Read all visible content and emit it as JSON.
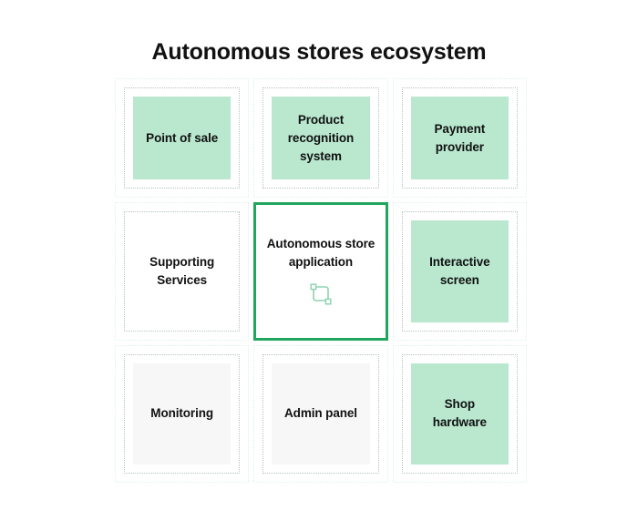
{
  "page": {
    "title": "Autonomous stores ecosystem",
    "background_color": "#ffffff"
  },
  "colors": {
    "accent_green": "#20a55d",
    "fill_green": "#b9e8cf",
    "fill_gray": "#f7f7f7",
    "fill_white": "#ffffff",
    "outer_border": "#dff1e8",
    "inner_border": "#b5c3c0",
    "text": "#111111"
  },
  "grid": {
    "rows": 3,
    "columns": 3,
    "cells": [
      {
        "id": "point-of-sale",
        "label": "Point of sale",
        "fill": "green",
        "highlighted": false,
        "icon": null
      },
      {
        "id": "product-recognition-system",
        "label": "Product\nrecognition\nsystem",
        "fill": "green",
        "highlighted": false,
        "icon": null
      },
      {
        "id": "payment-provider",
        "label": "Payment\nprovider",
        "fill": "green",
        "highlighted": false,
        "icon": null
      },
      {
        "id": "supporting-services",
        "label": "Supporting\nServices",
        "fill": "white",
        "highlighted": false,
        "icon": null
      },
      {
        "id": "autonomous-store-application",
        "label": "Autonomous store\napplication",
        "fill": "white",
        "highlighted": true,
        "icon": "transform-handles-icon"
      },
      {
        "id": "interactive-screen",
        "label": "Interactive\nscreen",
        "fill": "green",
        "highlighted": false,
        "icon": null
      },
      {
        "id": "monitoring",
        "label": "Monitoring",
        "fill": "gray",
        "highlighted": false,
        "icon": null
      },
      {
        "id": "admin-panel",
        "label": "Admin panel",
        "fill": "gray",
        "highlighted": false,
        "icon": null
      },
      {
        "id": "shop-hardware",
        "label": "Shop\nhardware",
        "fill": "green",
        "highlighted": false,
        "icon": null
      }
    ]
  }
}
